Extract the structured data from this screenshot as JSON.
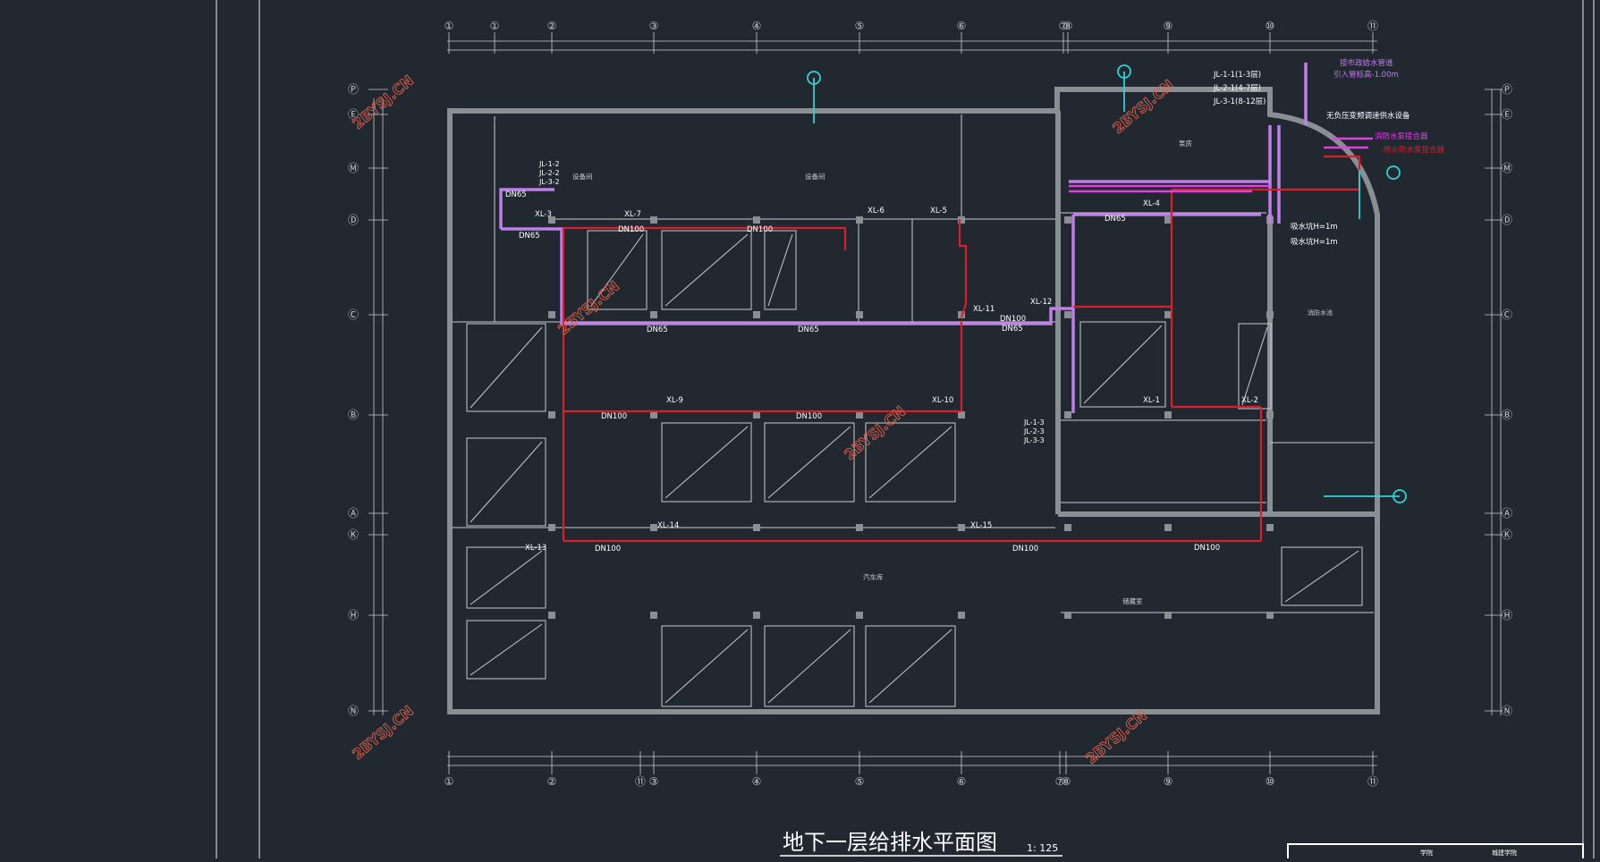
{
  "drawing": {
    "title": "地下一层给排水平面图",
    "scale": "1: 125",
    "watermark": "2BYSJ.CN",
    "colors": {
      "background": "#212830",
      "wall": "#8a8f94",
      "line": "#c9cdd1",
      "water_supply": "#c07ee8",
      "fire_main": "#d8202a",
      "magenta": "#e040e0",
      "cyan": "#2fd2d8"
    }
  },
  "grid_axes": {
    "top": [
      "①",
      "①",
      "②",
      "③",
      "④",
      "⑤",
      "⑥",
      "⑦",
      "⑧",
      "⑨",
      "⑩",
      "⑪"
    ],
    "bottom": [
      "①",
      "②",
      "⑪",
      "③",
      "④",
      "⑤",
      "⑥",
      "⑦",
      "⑧",
      "⑨",
      "⑩",
      "⑪"
    ],
    "side": [
      "Ⓟ",
      "Ⓔ",
      "Ⓜ",
      "Ⓓ",
      "Ⓒ",
      "Ⓑ",
      "Ⓐ",
      "Ⓚ",
      "Ⓗ",
      "Ⓝ"
    ]
  },
  "pipe_labels": {
    "dn65": "DN65",
    "dn100": "DN100",
    "xl3": "XL-3",
    "xl7": "XL-7",
    "xl6": "XL-6",
    "xl5": "XL-5",
    "xl4": "XL-4",
    "xl11": "XL-11",
    "xl12": "XL-12",
    "xl9": "XL-9",
    "xl10": "XL-10",
    "xl1": "XL-1",
    "xl2": "XL-2",
    "xl14": "XL-14",
    "xl15": "XL-15",
    "xl13": "XL-13"
  },
  "notes": {
    "jl_group_left": [
      "JL-1-2",
      "JL-2-2",
      "JL-3-2"
    ],
    "jl_group_right": [
      "JL-1-1(1-3层)",
      "JL-2-1(4-7层)",
      "JL-3-1(8-12层)"
    ],
    "jl_group_mid": [
      "JL-1-3",
      "JL-2-3",
      "JL-3-3"
    ],
    "city_supply": "接市政给水管道",
    "inlet_elev": "引入管标高-1.00m",
    "pressure_device": "无负压变频调速供水设备",
    "fire_pump_1": "消防水泵接合器",
    "fire_pump_2": "喷火防水泵接合器",
    "suction_1": "吸水坑H=1m",
    "suction_2": "吸水坑H=1m",
    "fire_pool": "消防水池",
    "room_equipment_1": "设备间",
    "room_equipment_2": "设备间",
    "room_garage": "汽车库",
    "room_pump": "泵房",
    "room_storage": "储藏室"
  },
  "title_block": {
    "col1": "学院",
    "col2": "城建学院"
  }
}
